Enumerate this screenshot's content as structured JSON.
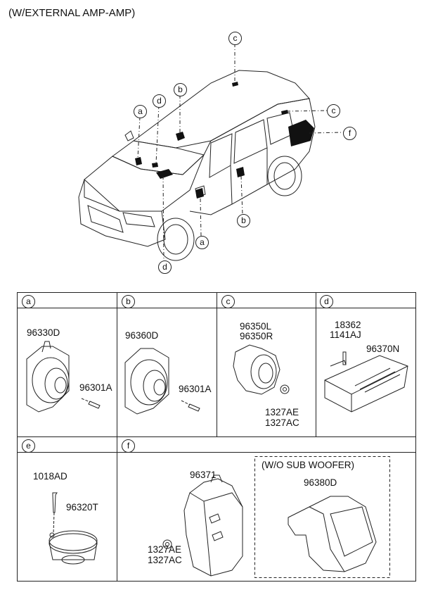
{
  "title": "(W/EXTERNAL AMP-AMP)",
  "car_callouts": {
    "c_top": "c",
    "b_roof": "b",
    "d_dash": "d",
    "a_left": "a",
    "c_right": "c",
    "f_right": "f",
    "b_door": "b",
    "a_door": "a",
    "d_bottom": "d"
  },
  "cells": {
    "a": {
      "letter": "a",
      "part1": "96330D",
      "part2": "96301A"
    },
    "b": {
      "letter": "b",
      "part1": "96360D",
      "part2": "96301A"
    },
    "c": {
      "letter": "c",
      "part1a": "96350L",
      "part1b": "96350R",
      "part2a": "1327AE",
      "part2b": "1327AC"
    },
    "d": {
      "letter": "d",
      "part1a": "18362",
      "part1b": "1141AJ",
      "part2": "96370N"
    },
    "e": {
      "letter": "e",
      "part1": "1018AD",
      "part2": "96320T"
    },
    "f": {
      "letter": "f",
      "part1": "96371",
      "part2a": "1327AE",
      "part2b": "1327AC",
      "note": "(W/O SUB WOOFER)",
      "part3": "96380D"
    }
  }
}
